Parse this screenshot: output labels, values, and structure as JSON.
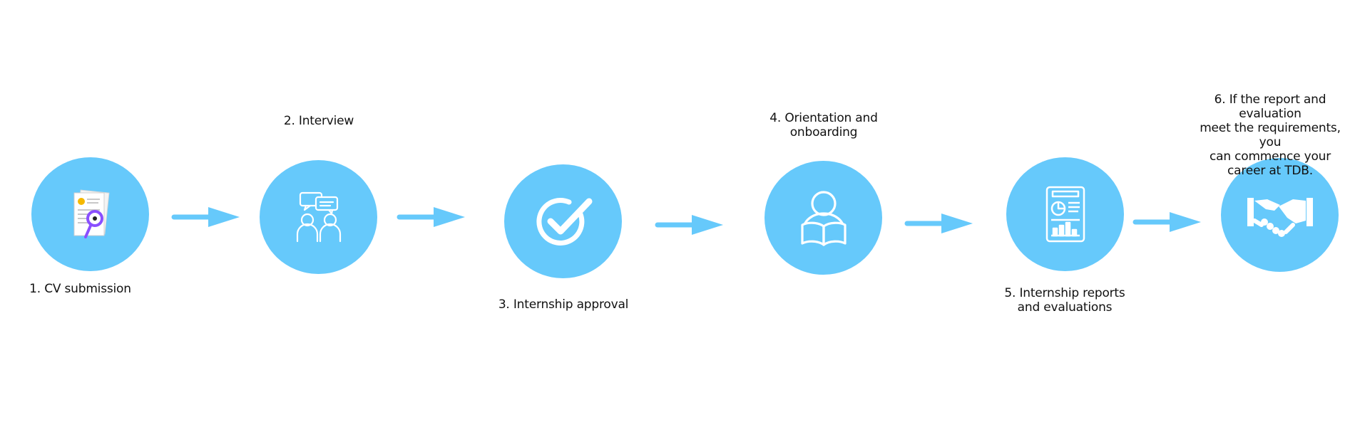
{
  "colors": {
    "circle": "#66c9fb",
    "arrow": "#66c9fb",
    "icon": "#ffffff"
  },
  "steps": [
    {
      "label": "1. CV submission",
      "icon": "cv-document-magnifier-icon"
    },
    {
      "label": "2. Interview",
      "icon": "interview-chat-people-icon"
    },
    {
      "label": "3. Internship approval",
      "icon": "check-circle-icon"
    },
    {
      "label": "4. Orientation and onboarding",
      "icon": "person-reading-book-icon"
    },
    {
      "label": "5. Internship reports\nand evaluations",
      "icon": "report-chart-document-icon"
    },
    {
      "label": "6. If the report and evaluation\nmeet the requirements, you\ncan commence your\ncareer at TDB.",
      "icon": "handshake-icon"
    }
  ]
}
